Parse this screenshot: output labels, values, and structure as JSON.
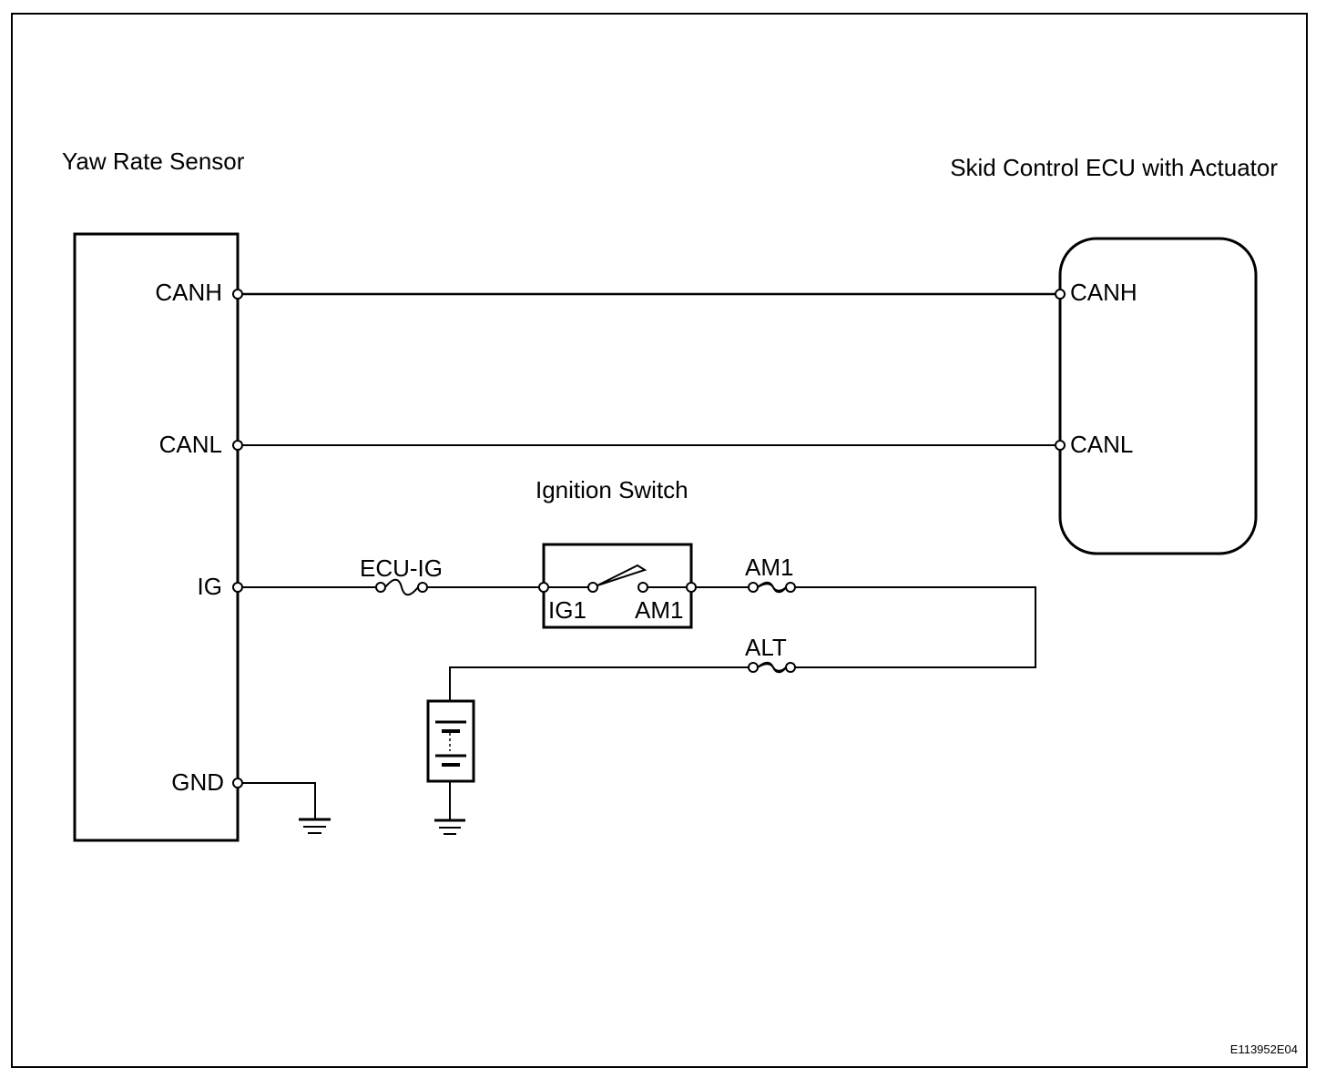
{
  "components": {
    "yaw_sensor": "Yaw Rate Sensor",
    "skid_ecu": "Skid Control ECU with Actuator",
    "ignition_switch": "Ignition Switch"
  },
  "yaw_pins": {
    "canh": "CANH",
    "canl": "CANL",
    "ig": "IG",
    "gnd": "GND"
  },
  "ecu_pins": {
    "canh": "CANH",
    "canl": "CANL"
  },
  "switch_terminals": {
    "ig1": "IG1",
    "am1": "AM1"
  },
  "fuses": {
    "ecu_ig": "ECU-IG",
    "am1": "AM1",
    "alt": "ALT"
  },
  "ref_code": "E113952E04"
}
